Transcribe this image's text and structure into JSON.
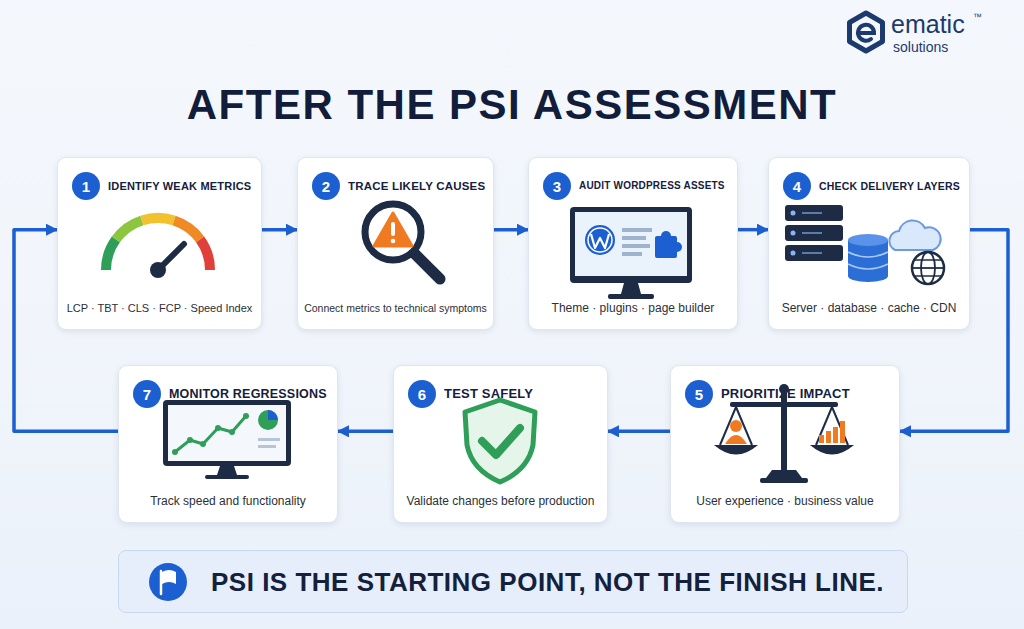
{
  "diagram": {
    "title": "AFTER THE PSI ASSESSMENT",
    "nodes": [
      {
        "text": [
          "IDENTIFY WEAK METRICS",
          "LCP · TBT · CLS · FCP · Speed Index"
        ]
      },
      {
        "text": [
          "1"
        ],
        "in": 0
      },
      {
        "text": [
          "TRACE LIKELY CAUSES",
          "Connect metrics to technical symptoms"
        ]
      },
      {
        "text": [
          "2"
        ],
        "in": 2
      },
      {
        "text": [
          "AUDIT WORDPRESS ASSETS",
          "Theme · plugins · page builder"
        ]
      },
      {
        "text": [
          "3"
        ],
        "in": 4
      },
      {
        "text": [
          "CHECK DELIVERY LAYERS",
          "Server · database · cache · CDN"
        ]
      },
      {
        "text": [
          "4"
        ],
        "in": 6
      },
      {
        "text": [
          "PRIORITIZE IMPACT",
          "User experience · business value"
        ]
      },
      {
        "text": [
          "5"
        ],
        "in": 8
      },
      {
        "text": [
          "TEST SAFELY",
          "Validate changes before production"
        ]
      },
      {
        "text": [
          "6"
        ],
        "in": 10
      },
      {
        "text": [
          "MONITOR REGRESSIONS",
          "Track speed and functionality"
        ]
      },
      {
        "text": [
          "7"
        ],
        "in": 12
      },
      {
        "text": [
          "PSI IS THE STARTING POINT, NOT THE FINISH LINE."
        ]
      }
    ],
    "edges": [
      {
        "from": 0,
        "to": 2,
        "arrow": "to"
      },
      {
        "from": 2,
        "to": 4,
        "arrow": "to"
      },
      {
        "from": 4,
        "to": 6,
        "arrow": "to"
      },
      {
        "from": 6,
        "to": 8,
        "arrow": "to"
      },
      {
        "from": 8,
        "to": 10,
        "arrow": "to"
      },
      {
        "from": 10,
        "to": 12,
        "arrow": "to"
      },
      {
        "from": 12,
        "to": 0,
        "arrow": "to"
      }
    ],
    "labels": [
      "ematic",
      "™",
      "solutions"
    ]
  }
}
